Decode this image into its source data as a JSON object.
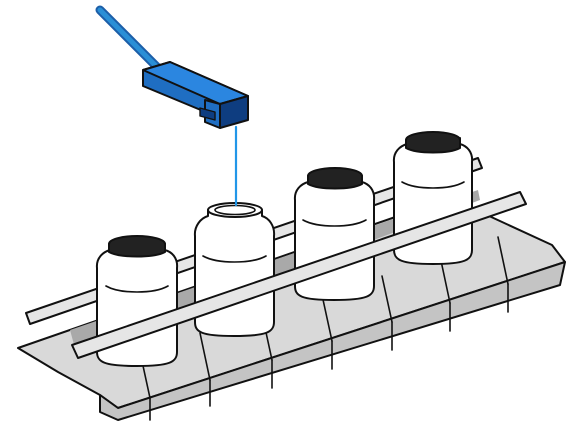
{
  "illustration": {
    "sensor": {
      "icon": "photoelectric-sensor-icon",
      "cable": "sensor-cable",
      "beam": "light-beam"
    },
    "conveyor": {
      "icon": "conveyor-belt-icon",
      "segments": 9,
      "rails": 2
    },
    "jars": [
      {
        "lid": "closed",
        "highlighted": false
      },
      {
        "lid": "missing",
        "highlighted": true
      },
      {
        "lid": "closed",
        "highlighted": false
      },
      {
        "lid": "closed",
        "highlighted": false
      }
    ],
    "colors": {
      "sensor_blue": "#1f6ec2",
      "sensor_dark": "#0e3d80",
      "cable": "#2a8fd6",
      "beam": "#2196e8",
      "belt_side": "#c8c8c8",
      "belt_top": "#d6d6d6",
      "lid": "#222222",
      "outline": "#111111",
      "jar_fill": "#ffffff"
    }
  }
}
